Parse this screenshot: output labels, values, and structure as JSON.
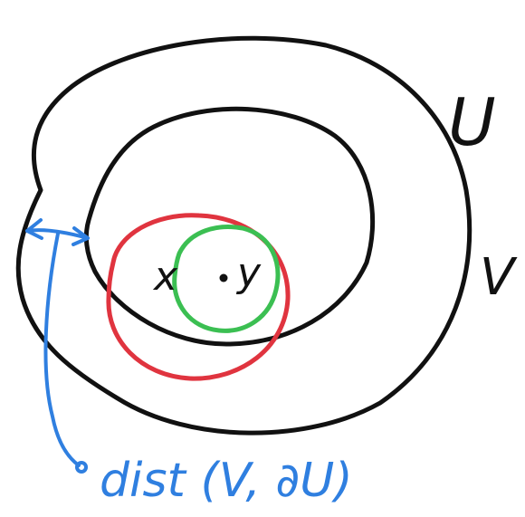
{
  "labels": {
    "outer_set": "U",
    "inner_set": "V",
    "point_x": "x",
    "point_y": "y",
    "distance": "dist (V, ∂U)"
  },
  "colors": {
    "ink": "#111111",
    "blue": "#2f7fe0",
    "red": "#e0343f",
    "green": "#3bbf52"
  }
}
